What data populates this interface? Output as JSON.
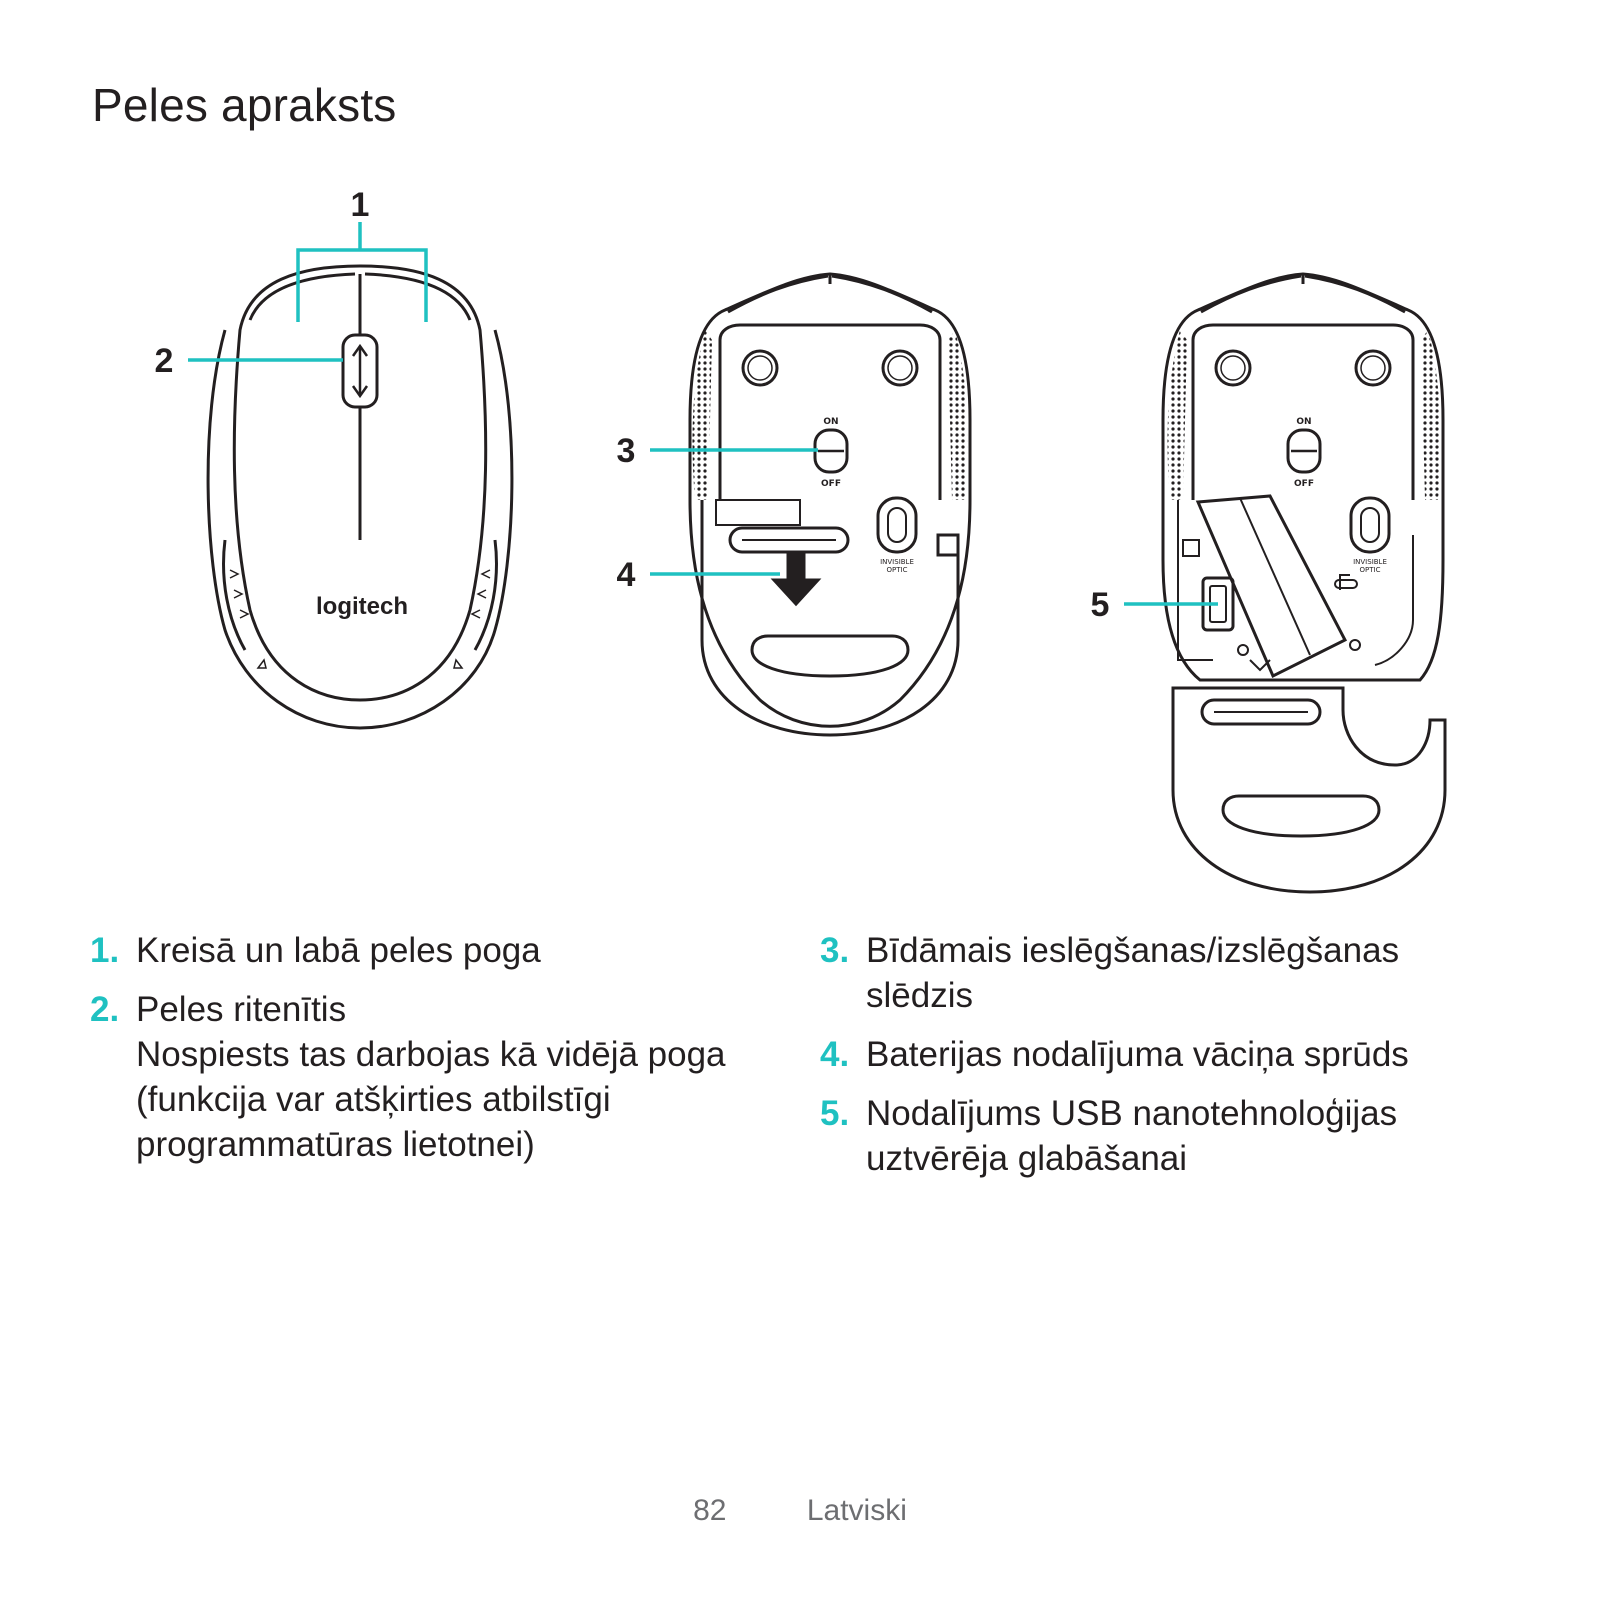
{
  "page": {
    "title": "Peles apraksts",
    "footer": {
      "page_number": "82",
      "language": "Latviski"
    }
  },
  "figure": {
    "callouts": [
      "1",
      "2",
      "3",
      "4",
      "5"
    ],
    "logo_text": "logitech",
    "switch_on": "ON",
    "switch_off": "OFF",
    "sensor_label_1": "INVISIBLE",
    "sensor_label_2": "OPTIC",
    "accent_color": "#1fc1c1",
    "line_color": "#231f20"
  },
  "list_left": [
    {
      "num": "1.",
      "lines": [
        "Kreisā un labā peles poga"
      ]
    },
    {
      "num": "2.",
      "lines": [
        "Peles ritenītis",
        "Nospiests tas darbojas kā vidējā poga",
        "(funkcija var atšķirties atbilstīgi",
        "programmatūras lietotnei)"
      ]
    }
  ],
  "list_right": [
    {
      "num": "3.",
      "lines": [
        "Bīdāmais ieslēgšanas/izslēgšanas",
        "slēdzis"
      ]
    },
    {
      "num": "4.",
      "lines": [
        "Baterijas nodalījuma vāciņa sprūds"
      ]
    },
    {
      "num": "5.",
      "lines": [
        "Nodalījums USB nanotehnoloģijas",
        "uztvērēja glabāšanai"
      ]
    }
  ]
}
